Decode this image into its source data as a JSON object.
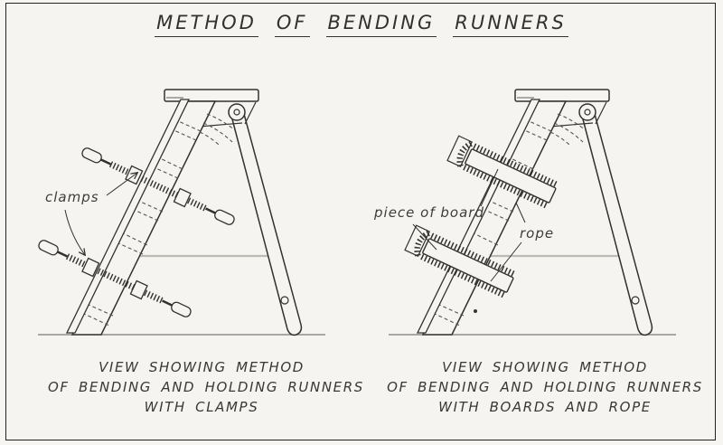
{
  "title": {
    "words": [
      "METHOD",
      "OF",
      "BENDING",
      "RUNNERS"
    ]
  },
  "figures": {
    "left": {
      "labels": {
        "clamps": "clamps"
      },
      "caption": [
        "VIEW SHOWING METHOD",
        "OF BENDING AND HOLDING RUNNERS",
        "WITH CLAMPS"
      ]
    },
    "right": {
      "labels": {
        "piece_of_board": "piece of board",
        "rope": "rope"
      },
      "caption": [
        "VIEW SHOWING METHOD",
        "OF BENDING AND HOLDING RUNNERS",
        "WITH BOARDS AND ROPE"
      ]
    }
  },
  "colors": {
    "ink": "#33312e",
    "paper": "#f5f4f0",
    "faint_line": "#bcbab4",
    "ground_line": "#7b7973"
  }
}
